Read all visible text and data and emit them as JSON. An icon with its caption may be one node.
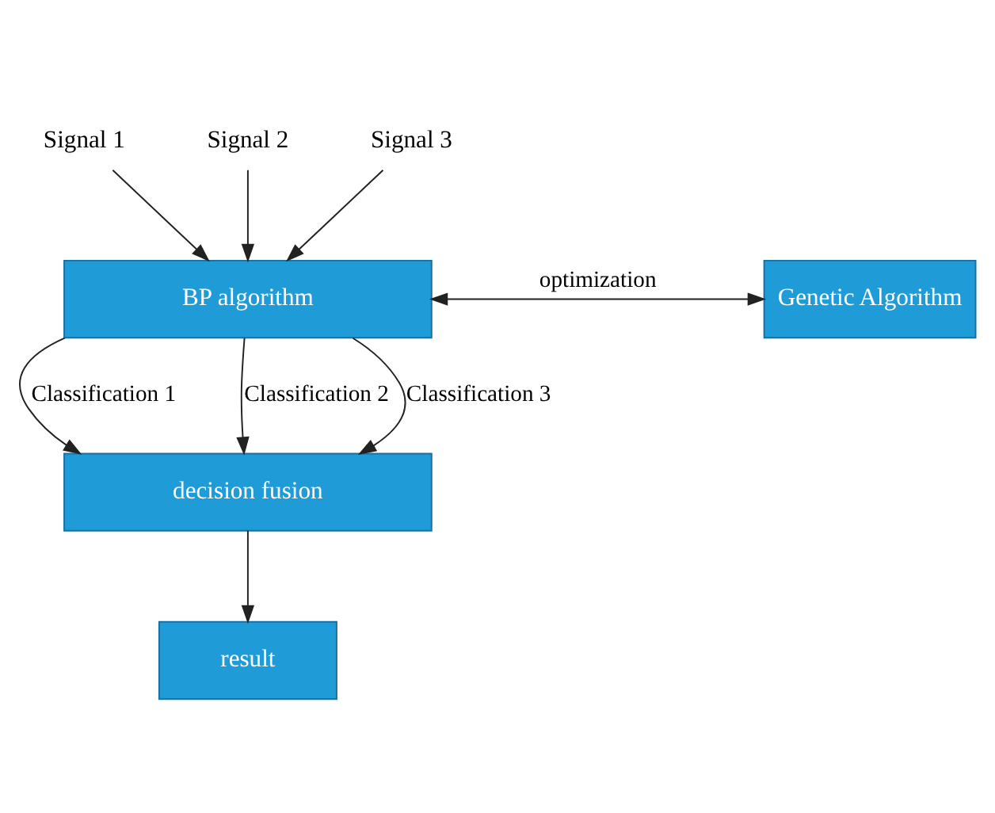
{
  "diagram": {
    "nodes": [
      {
        "text": [
          "Signal 1"
        ]
      },
      {
        "text": [
          "Signal 2"
        ]
      },
      {
        "text": [
          "Signal 3"
        ]
      },
      {
        "text": [
          "BP algorithm"
        ]
      },
      {
        "text": [
          "Genetic Algorithm"
        ]
      },
      {
        "text": [
          "decision fusion"
        ]
      },
      {
        "text": [
          "result"
        ]
      }
    ],
    "edges": [
      {
        "from": 0,
        "to": 3,
        "arrow": "to"
      },
      {
        "from": 1,
        "to": 3,
        "arrow": "to"
      },
      {
        "from": 2,
        "to": 3,
        "arrow": "to"
      },
      {
        "from": 3,
        "to": 4,
        "arrow": "both",
        "label": "optimization"
      },
      {
        "from": 3,
        "to": 5,
        "arrow": "to",
        "label": "Classification 1"
      },
      {
        "from": 3,
        "to": 5,
        "arrow": "to",
        "label": "Classification 2"
      },
      {
        "from": 3,
        "to": 5,
        "arrow": "to",
        "label": "Classification 3"
      },
      {
        "from": 5,
        "to": 6,
        "arrow": "to"
      }
    ]
  }
}
